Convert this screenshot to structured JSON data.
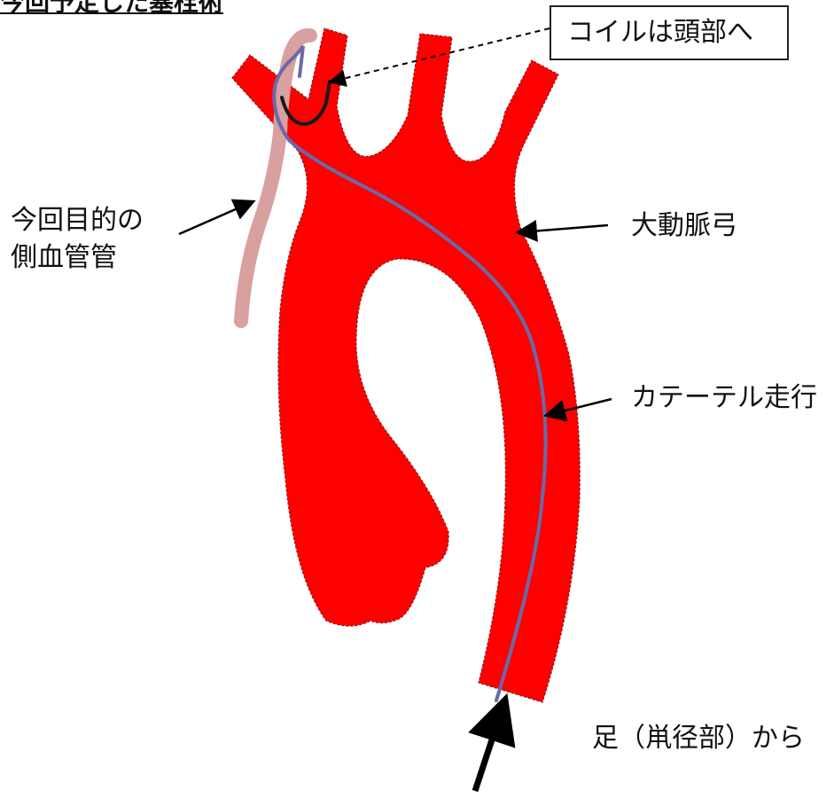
{
  "title": "今回予定した塞栓術",
  "labels": {
    "coil": "コイルは頭部へ",
    "collateral_line1": "今回目的の",
    "collateral_line2": "側血管管",
    "aortic_arch": "大動脈弓",
    "catheter": "カテーテル走行",
    "foot": "足（鼡径部）から"
  },
  "colors": {
    "aorta": "#ff0000",
    "collateral": "#d9a0a0",
    "catheter": "#6a6aa8",
    "coil": "#1a1a1a",
    "text": "#111111"
  }
}
